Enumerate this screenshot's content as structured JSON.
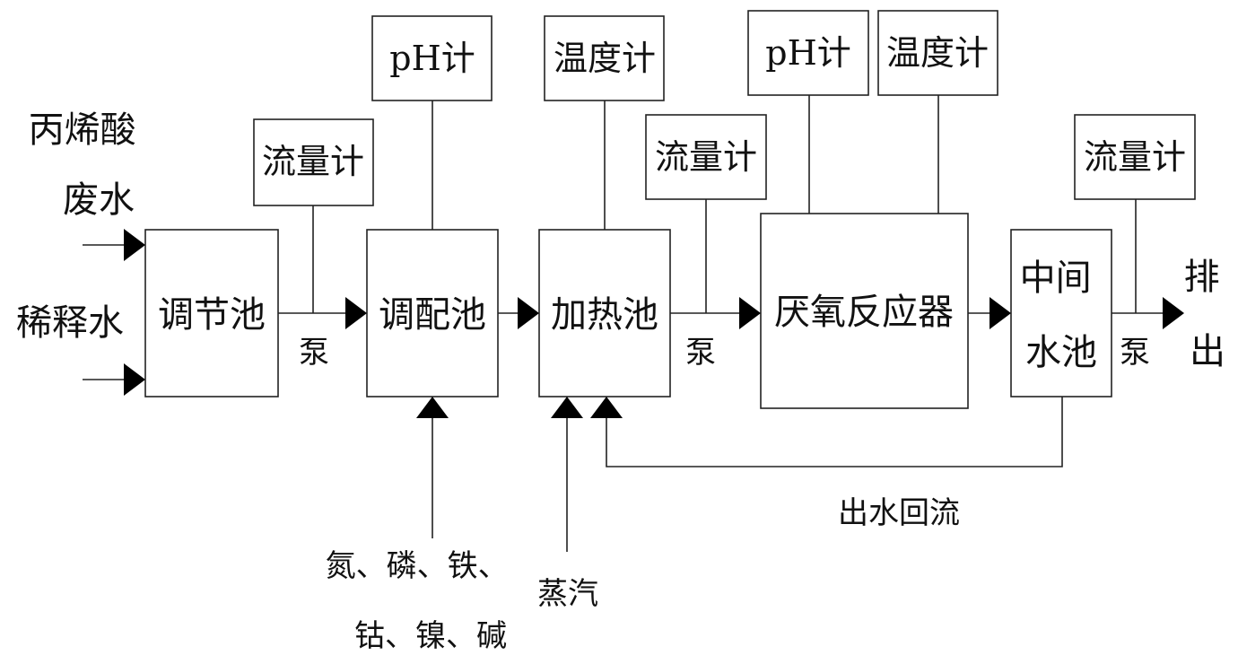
{
  "inputs": {
    "wastewater": "丙烯酸\n废水",
    "dilution": "稀释水"
  },
  "tanks": {
    "regulating": "调节池",
    "blending": "调配池",
    "heating": "加热池",
    "reactor": "厌氧反应器",
    "intermediate": "中间\n水池"
  },
  "instruments": {
    "flow1": "流量计",
    "ph1": "pH计",
    "temp1": "温度计",
    "flow2": "流量计",
    "ph2": "pH计",
    "temp2": "温度计",
    "flow3": "流量计"
  },
  "pumps": {
    "pump1": "泵",
    "pump2": "泵",
    "pump3": "泵"
  },
  "outputs": {
    "discharge": "排\n出",
    "recycle": "出水回流"
  },
  "additives": {
    "nutrients": "氮、磷、铁、\n钴、镍、碱",
    "steam": "蒸汽"
  }
}
